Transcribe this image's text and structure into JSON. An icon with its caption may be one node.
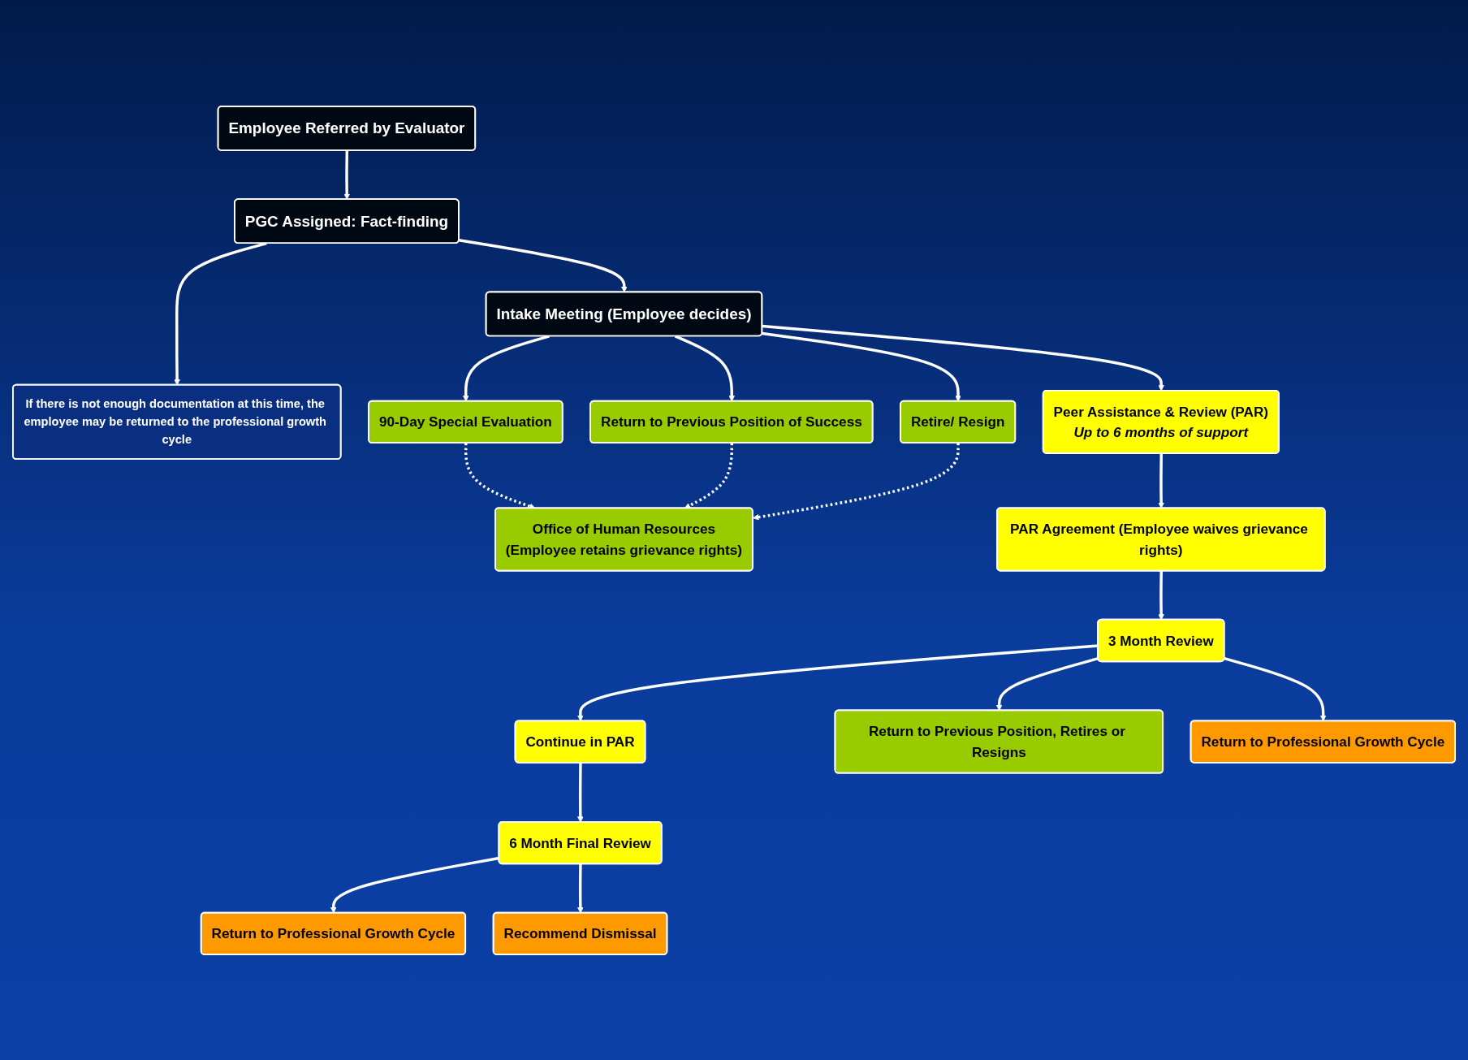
{
  "diagram": {
    "nodes": [
      {
        "text": [
          "Employee Referred by Evaluator"
        ]
      },
      {
        "text": [
          "PGC Assigned: Fact-finding"
        ]
      },
      {
        "text": [
          "Intake Meeting (Employee decides)"
        ]
      },
      {
        "text": [
          "If there is not enough documentation at this time, the employee may be returned to the professional growth cycle"
        ]
      },
      {
        "text": [
          "90-Day Special Evaluation"
        ]
      },
      {
        "text": [
          "Return to Previous Position of Success"
        ]
      },
      {
        "text": [
          "Office of Human Resources",
          "(Employee retains grievance rights)"
        ]
      },
      {
        "text": [
          "Retire/ Resign"
        ]
      },
      {
        "text": [
          "Peer Assistance & Review (PAR)",
          "Up to 6 months of support"
        ]
      },
      {
        "text": [
          "PAR Agreement (Employee waives grievance rights)"
        ]
      },
      {
        "text": [
          "3 Month Review"
        ]
      },
      {
        "text": [
          "Continue in PAR"
        ]
      },
      {
        "text": [
          "Return to Previous Position, Retires or Resigns"
        ]
      },
      {
        "text": [
          "Return to Professional Growth Cycle"
        ]
      },
      {
        "text": [
          "6 Month Final Review"
        ]
      },
      {
        "text": [
          "Return to Professional Growth Cycle"
        ]
      },
      {
        "text": [
          "Recommend Dismissal"
        ]
      }
    ],
    "edges": [
      {
        "from": 0,
        "to": 1,
        "arrow": "to"
      },
      {
        "from": 1,
        "to": 2,
        "arrow": "to"
      },
      {
        "from": 1,
        "to": 3,
        "arrow": "to"
      },
      {
        "from": 2,
        "to": 4,
        "arrow": "to"
      },
      {
        "from": 2,
        "to": 5,
        "arrow": "to"
      },
      {
        "from": 2,
        "to": 7,
        "arrow": "to"
      },
      {
        "from": 2,
        "to": 8,
        "arrow": "to"
      },
      {
        "from": 4,
        "to": 6,
        "arrow": "to",
        "style": "dashed"
      },
      {
        "from": 5,
        "to": 6,
        "arrow": "to",
        "style": "dashed"
      },
      {
        "from": 7,
        "to": 6,
        "arrow": "to",
        "style": "dashed"
      },
      {
        "from": 8,
        "to": 9,
        "arrow": "to"
      },
      {
        "from": 9,
        "to": 10,
        "arrow": "to"
      },
      {
        "from": 10,
        "to": 11,
        "arrow": "to"
      },
      {
        "from": 10,
        "to": 12,
        "arrow": "to"
      },
      {
        "from": 10,
        "to": 13,
        "arrow": "to"
      },
      {
        "from": 11,
        "to": 14,
        "arrow": "to"
      },
      {
        "from": 14,
        "to": 15,
        "arrow": "to"
      },
      {
        "from": 14,
        "to": 16,
        "arrow": "to"
      }
    ]
  }
}
